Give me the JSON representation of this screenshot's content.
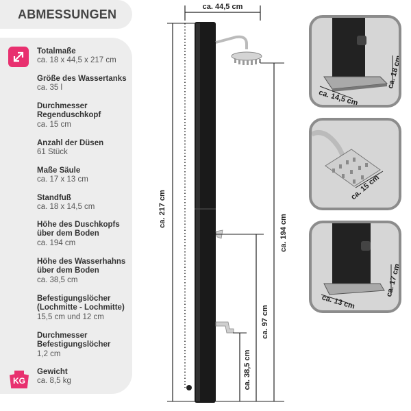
{
  "header": {
    "title": "ABMESSUNGEN"
  },
  "specs": [
    {
      "label": "Totalmaße",
      "value": "ca. 18 x 44,5 x 217 cm",
      "icon": "resize-arrows-icon"
    },
    {
      "label": "Größe des Wassertanks",
      "value": "ca. 35 l"
    },
    {
      "label": "Durchmesser Regenduschkopf",
      "value": "ca. 15 cm"
    },
    {
      "label": "Anzahl der Düsen",
      "value": "61 Stück"
    },
    {
      "label": "Maße Säule",
      "value": "ca. 17 x 13 cm"
    },
    {
      "label": "Standfuß",
      "value": "ca. 18 x 14,5 cm"
    },
    {
      "label": "Höhe des Duschkopfs über dem Boden",
      "value": "ca. 194 cm"
    },
    {
      "label": "Höhe des Wasserhahns über dem Boden",
      "value": "ca. 38,5 cm"
    },
    {
      "label": "Befestigungslöcher (Lochmitte - Lochmitte)",
      "value": "15,5 cm und 12 cm"
    },
    {
      "label": "Durchmesser Befestigungslöcher",
      "value": "1,2 cm"
    },
    {
      "label": "Gewicht",
      "value": "ca. 8,5 kg",
      "icon": "weight-kg-icon"
    }
  ],
  "weight_badge_text": "KG",
  "diagram": {
    "width_label": "ca. 44,5 cm",
    "height_total_label": "ca. 217 cm",
    "height_showerhead_label": "ca. 194 cm",
    "height_middle_label": "ca. 97 cm",
    "height_tap_label": "ca. 38,5 cm"
  },
  "details": [
    {
      "dim_a": "ca. 14,5 cm",
      "dim_b": "ca. 18 cm"
    },
    {
      "dim_a": "ca. 15 cm"
    },
    {
      "dim_a": "ca. 13 cm",
      "dim_b": "ca. 17 cm"
    }
  ],
  "colors": {
    "accent": "#e8306f",
    "panel": "#ededed",
    "column": "#1a1a1a"
  }
}
